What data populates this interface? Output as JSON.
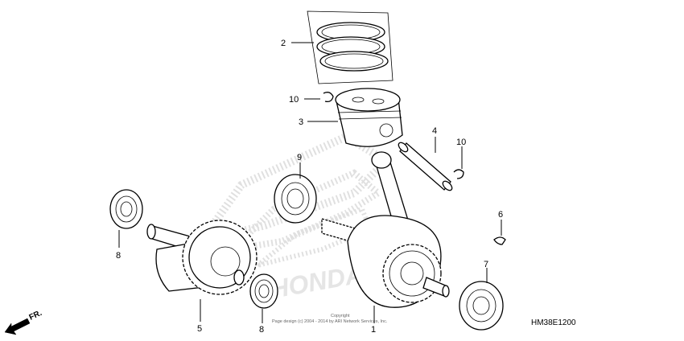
{
  "callouts": [
    {
      "id": "1",
      "text": "1"
    },
    {
      "id": "2",
      "text": "2"
    },
    {
      "id": "3",
      "text": "3"
    },
    {
      "id": "4",
      "text": "4"
    },
    {
      "id": "5",
      "text": "5"
    },
    {
      "id": "6",
      "text": "6"
    },
    {
      "id": "7",
      "text": "7"
    },
    {
      "id": "8a",
      "text": "8"
    },
    {
      "id": "8b",
      "text": "8"
    },
    {
      "id": "9",
      "text": "9"
    },
    {
      "id": "10a",
      "text": "10"
    },
    {
      "id": "10b",
      "text": "10"
    }
  ],
  "diagram_code": "HM38E1200",
  "direction_label": "FR.",
  "copyright": {
    "line1": "Copyright",
    "line2": "Page design (c) 2004 - 2014 by ARI Network Services, Inc."
  },
  "watermark": "HONDA",
  "colors": {
    "ink": "#000000",
    "watermark": "#c8c8c8",
    "background": "#ffffff"
  }
}
